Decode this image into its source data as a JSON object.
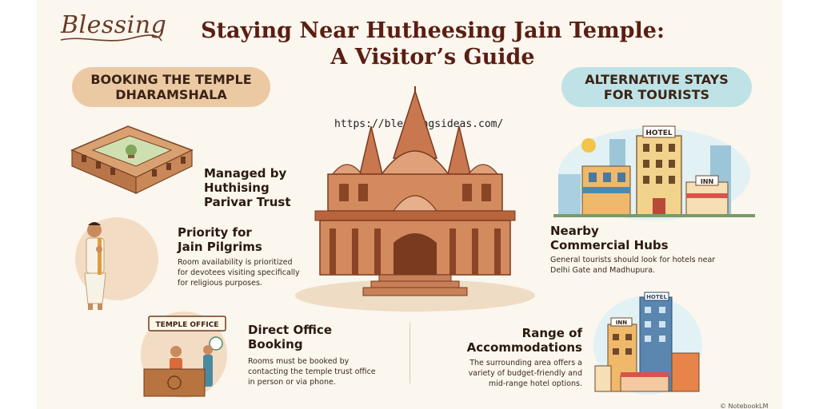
{
  "brand": {
    "name": "Blessing"
  },
  "title": {
    "line1": "Staying Near Hutheesing Jain Temple:",
    "line2": "A Visitor’s Guide"
  },
  "watermark_url": "https://blessingsideas.com/",
  "left_section": {
    "pill": {
      "line1": "BOOKING THE TEMPLE",
      "line2": "DHARAMSHALA"
    },
    "items": [
      {
        "heading_line1": "Managed by",
        "heading_line2": "Huthising",
        "heading_line3": "Parivar Trust"
      },
      {
        "heading_line1": "Priority for",
        "heading_line2": "Jain Pilgrims",
        "desc_line1": "Room availability is prioritized",
        "desc_line2": "for devotees visiting specifically",
        "desc_line3": "for religious purposes."
      },
      {
        "sign": "TEMPLE OFFICE",
        "heading_line1": "Direct Office",
        "heading_line2": "Booking",
        "desc_line1": "Rooms must be booked by",
        "desc_line2": "contacting the temple trust office",
        "desc_line3": "in person or via phone."
      }
    ]
  },
  "right_section": {
    "pill": {
      "line1": "ALTERNATIVE STAYS",
      "line2": "FOR TOURISTS"
    },
    "sign_hotel": "HOTEL",
    "sign_inn": "INN",
    "items": [
      {
        "heading_line1": "Nearby",
        "heading_line2": "Commercial Hubs",
        "desc_line1": "General tourists should look for hotels near",
        "desc_line2": "Delhi Gate and Madhupura."
      },
      {
        "heading_line1": "Range of",
        "heading_line2": "Accommodations",
        "desc_line1": "The surrounding area offers a",
        "desc_line2": "variety of budget-friendly and",
        "desc_line3": "mid-range hotel options."
      }
    ]
  },
  "copyright": "© NotebookLM",
  "colors": {
    "title": "#5a1e12",
    "pill_left": "#ebc9a3",
    "pill_right": "#bfe2e6",
    "temple": "#c9774e"
  }
}
